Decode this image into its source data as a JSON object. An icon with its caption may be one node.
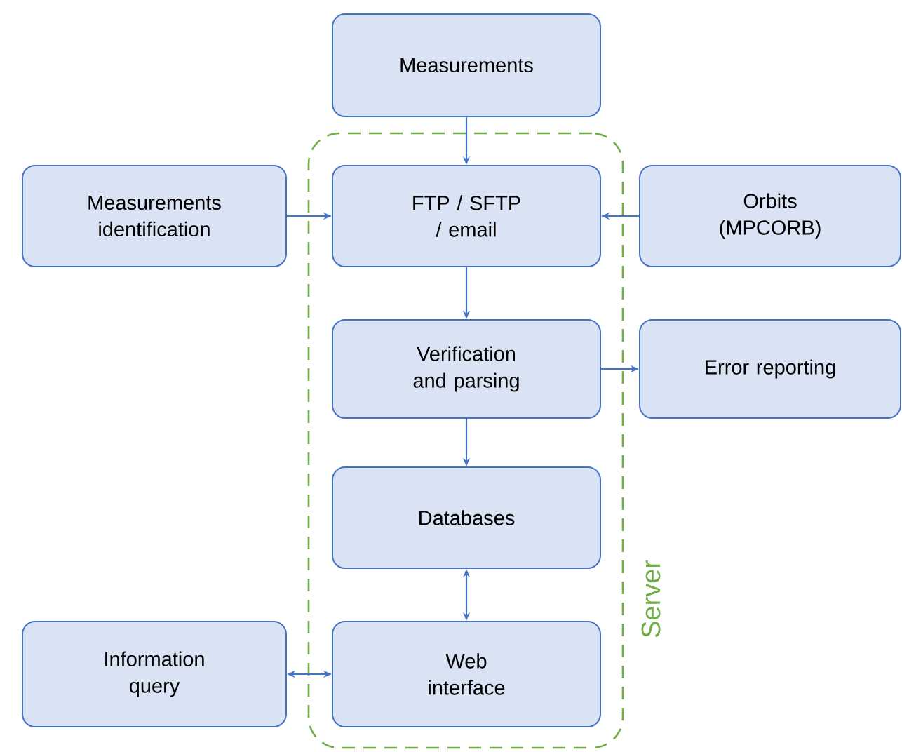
{
  "diagram": {
    "nodes": [
      {
        "text": [
          "Measurements"
        ]
      },
      {
        "text": [
          "Server"
        ]
      },
      {
        "text": [
          "Measurements identification"
        ]
      },
      {
        "text": [
          "FTP / SFTP / email"
        ],
        "in": 1
      },
      {
        "text": [
          "Orbits (MPCORB)"
        ]
      },
      {
        "text": [
          "Verification and parsing"
        ],
        "in": 1
      },
      {
        "text": [
          "Error reporting"
        ]
      },
      {
        "text": [
          "Databases"
        ],
        "in": 1
      },
      {
        "text": [
          "Information query"
        ]
      },
      {
        "text": [
          "Web interface"
        ],
        "in": 1
      }
    ],
    "edges": [
      {
        "from": 0,
        "to": 3,
        "arrow": "to"
      },
      {
        "from": 2,
        "to": 3,
        "arrow": "to"
      },
      {
        "from": 4,
        "to": 3,
        "arrow": "to"
      },
      {
        "from": 3,
        "to": 5,
        "arrow": "to"
      },
      {
        "from": 5,
        "to": 6,
        "arrow": "to"
      },
      {
        "from": 5,
        "to": 7,
        "arrow": "to"
      },
      {
        "from": 7,
        "to": 9,
        "arrow": "both"
      },
      {
        "from": 8,
        "to": 9,
        "arrow": "both"
      }
    ]
  }
}
